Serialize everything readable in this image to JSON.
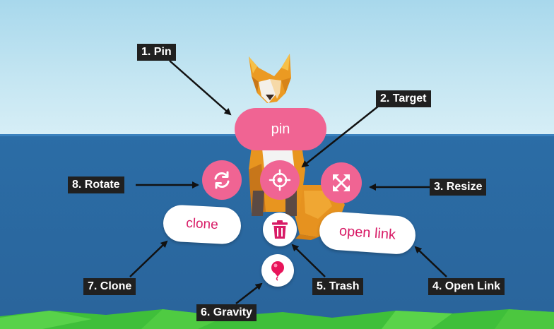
{
  "menu": {
    "pin_label": "pin",
    "clone_label": "clone",
    "open_link_label": "open link"
  },
  "callouts": {
    "pin": "1. Pin",
    "target": "2. Target",
    "resize": "3. Resize",
    "open_link": "4. Open Link",
    "trash": "5. Trash",
    "gravity": "6. Gravity",
    "clone": "7. Clone",
    "rotate": "8. Rotate"
  },
  "icons": {
    "rotate": "rotate-icon",
    "target": "target-icon",
    "resize": "resize-icon",
    "trash": "trash-icon",
    "gravity": "gravity-icon"
  },
  "colors": {
    "accent_pink": "#f06493",
    "text_pink": "#d81b66",
    "callout_bg": "#202020"
  }
}
